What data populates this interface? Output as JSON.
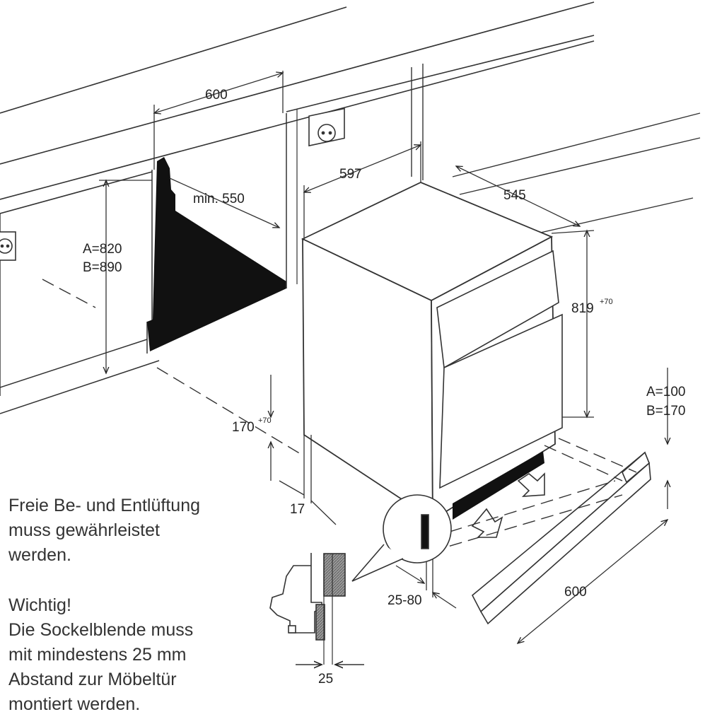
{
  "dimensions": {
    "niche_width": "600",
    "niche_depth_min": "min. 550",
    "niche_height_a": "A=820",
    "niche_height_b": "B=890",
    "appliance_width": "597",
    "appliance_depth": "545",
    "appliance_height": "819",
    "appliance_height_tol": "+70",
    "foot_height": "170",
    "foot_height_tol": "+70",
    "side_offset": "17",
    "plinth_height_a": "A=100",
    "plinth_height_b": "B=170",
    "plinth_width": "600",
    "plinth_gap": "25-80",
    "detail_gap": "25"
  },
  "notes": {
    "ventilation": [
      "Freie Be- und Entlüftung",
      "muss gewährleistet",
      "werden."
    ],
    "important_title": "Wichtig!",
    "important_lines": [
      "Die Sockelblende muss",
      "mit mindestens 25 mm",
      "Abstand zur Möbeltür",
      "montiert werden."
    ]
  }
}
